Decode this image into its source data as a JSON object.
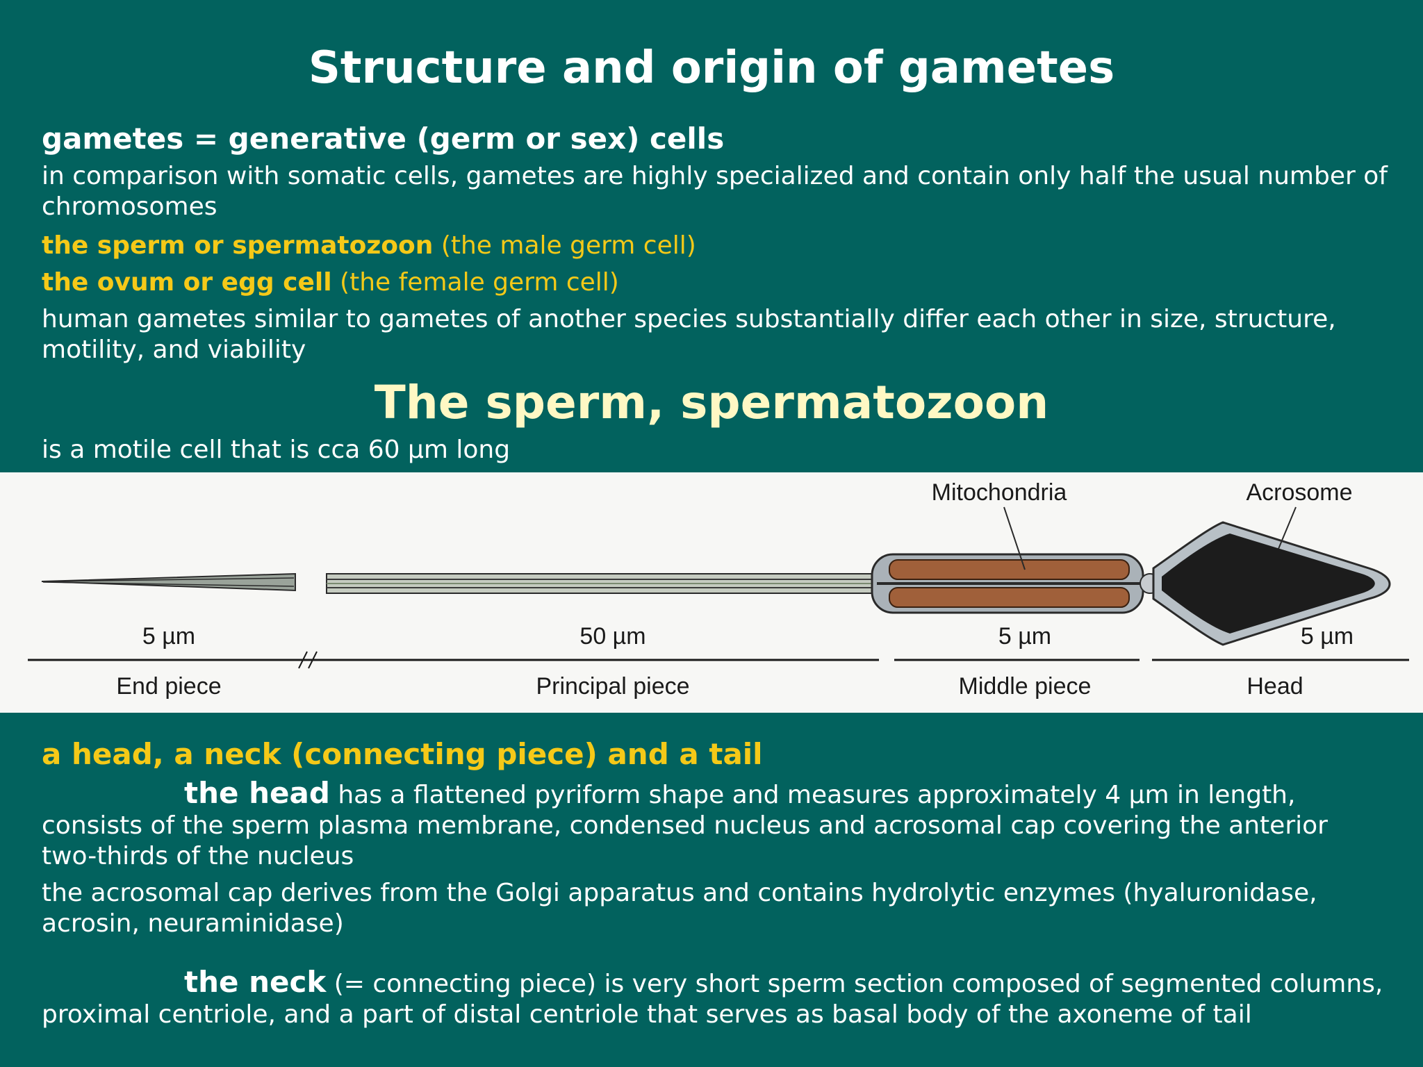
{
  "title": "Structure and origin of gametes",
  "definition": "gametes = generative (germ or sex) cells",
  "comparison": "in comparison with somatic cells, gametes are highly specialized and contain only half the usual number of chromosomes",
  "sperm_line": {
    "strong": "the sperm or spermatozoon",
    "rest": " (the male germ cell)"
  },
  "ovum_line": {
    "strong": "the ovum or egg cell",
    "rest": " (the female germ cell)"
  },
  "human_gametes": "human gametes similar to gametes of another species substantially differ each other in size, structure, motility, and viability",
  "subtitle": "The sperm, spermatozoon",
  "motile_line": "is a motile cell that is cca 60 µm long",
  "figure": {
    "label_mitochondria": "Mitochondria",
    "label_acrosome": "Acrosome",
    "sizes": [
      "5 µm",
      "50 µm",
      "5 µm",
      "5 µm"
    ],
    "segments": [
      "End piece",
      "Principal piece",
      "Middle piece",
      "Head"
    ]
  },
  "parts_heading": "a head, a neck (connecting piece) and a tail",
  "head_para": {
    "strong": "the head",
    "rest": " has a flattened pyriform shape and measures approximately 4 µm in length, consists of the sperm plasma membrane, condensed nucleus and acrosomal cap covering the anterior two-thirds of the nucleus"
  },
  "acrosomal_para": "the acrosomal cap derives from the Golgi apparatus and contains hydrolytic enzymes (hyaluronidase, acrosin, neuraminidase)",
  "neck_para": {
    "strong": "the neck",
    "rest": "  (= connecting piece) is very short sperm section composed of segmented columns, proximal centriole, and a part of distal centriole that serves as basal body of the axoneme of tail"
  }
}
